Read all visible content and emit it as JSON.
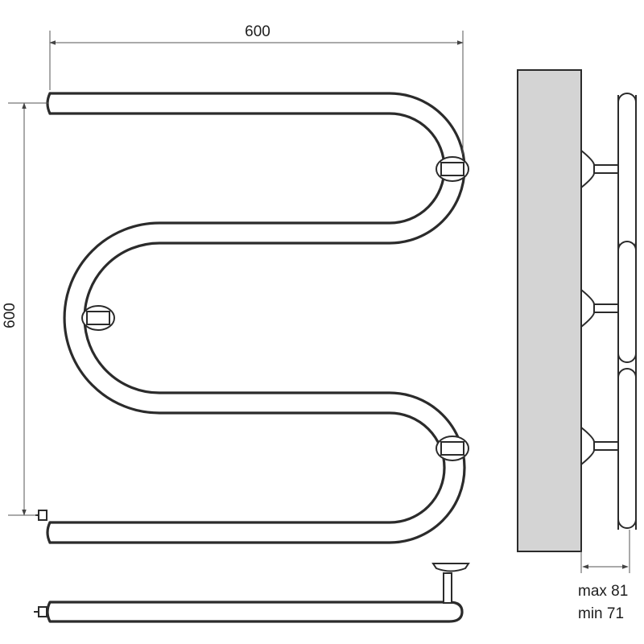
{
  "dimensions": {
    "width_label": "600",
    "height_label": "600",
    "depth_max_label": "max 81",
    "depth_min_label": "min 71"
  },
  "colors": {
    "line": "#2b2b2b",
    "wall": "#d4d4d4",
    "background": "#ffffff"
  }
}
